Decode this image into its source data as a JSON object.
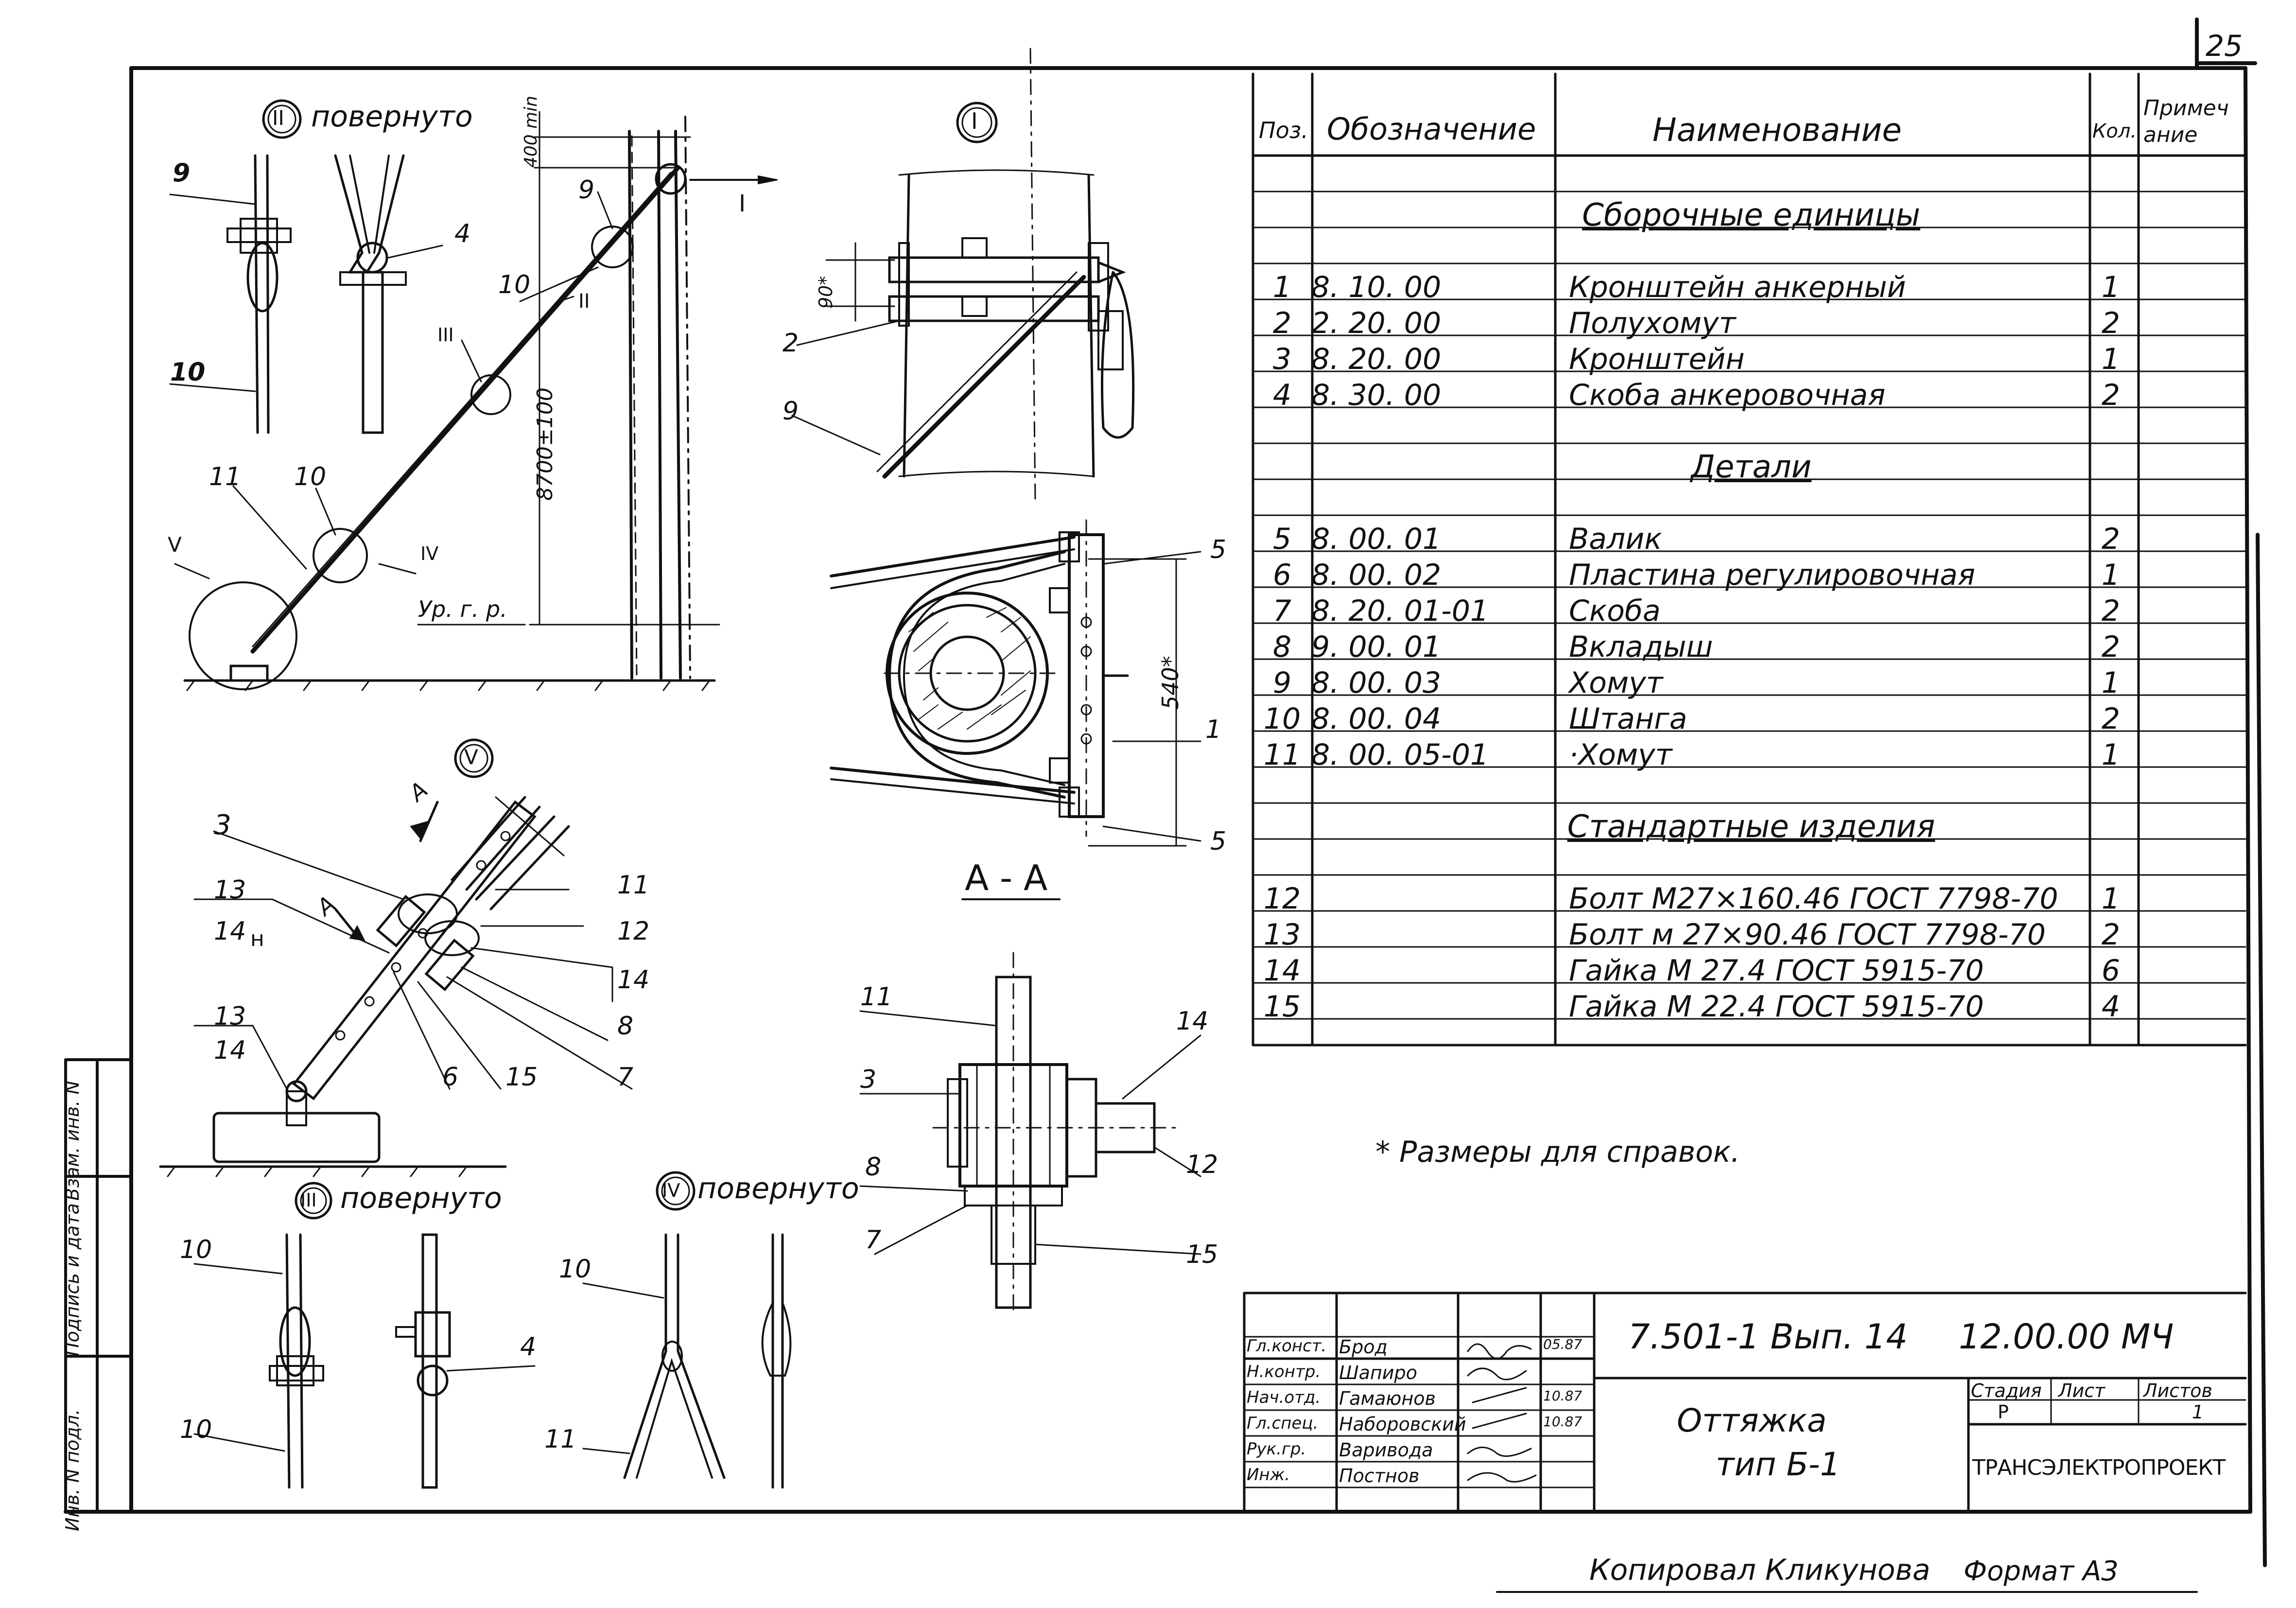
{
  "sheet": {
    "page_number": "25",
    "note": "* Размеры для справок.",
    "copied_by": "Копировал Кликунова",
    "format": "Формат А3"
  },
  "left_stamp": {
    "inv_no": "Инв. N подл.",
    "sign_date": "Подпись и дата",
    "replace_inv": "Взам. инв. N"
  },
  "views": {
    "view_I": "I",
    "view_II": "II",
    "view_III": "III",
    "view_IV": "IV",
    "view_V": "V",
    "rotated_II": "повернуто",
    "rotated_III": "повернуто",
    "rotated_IV": "повернуто",
    "section_AA": "А - А",
    "section_arrow": "А",
    "ground_level": "Ур. г. р.",
    "dim_400": "400 min",
    "dim_8700": "8700±100",
    "dim_90": "90*",
    "dim_540": "540*",
    "h_label": "н"
  },
  "callouts": {
    "c1": "1",
    "c2": "2",
    "c3": "3",
    "c4": "4",
    "c5": "5",
    "c6": "6",
    "c7": "7",
    "c8": "8",
    "c9": "9",
    "c10": "10",
    "c11": "11",
    "c12": "12",
    "c13": "13",
    "c14": "14",
    "c15": "15"
  },
  "spec": {
    "headers": {
      "pos": "Поз.",
      "designation": "Обозначение",
      "name": "Наименование",
      "qty": "Кол.",
      "note": "Примечание"
    },
    "section_assembly": "Сборочные единицы",
    "section_details": "Детали",
    "section_standard": "Стандартные изделия",
    "assembly": [
      {
        "pos": "1",
        "designation": "8. 10. 00",
        "name": "Кронштейн анкерный",
        "qty": "1"
      },
      {
        "pos": "2",
        "designation": "2. 20. 00",
        "name": "Полухомут",
        "qty": "2"
      },
      {
        "pos": "3",
        "designation": "8. 20. 00",
        "name": "Кронштейн",
        "qty": "1"
      },
      {
        "pos": "4",
        "designation": "8. 30. 00",
        "name": "Скоба анкеровочная",
        "qty": "2"
      }
    ],
    "details": [
      {
        "pos": "5",
        "designation": "8. 00. 01",
        "name": "Валик",
        "qty": "2"
      },
      {
        "pos": "6",
        "designation": "8. 00. 02",
        "name": "Пластина регулировочная",
        "qty": "1"
      },
      {
        "pos": "7",
        "designation": "8. 20. 01-01",
        "name": "Скоба",
        "qty": "2"
      },
      {
        "pos": "8",
        "designation": "9. 00. 01",
        "name": "Вкладыш",
        "qty": "2"
      },
      {
        "pos": "9",
        "designation": "8. 00. 03",
        "name": "Хомут",
        "qty": "1"
      },
      {
        "pos": "10",
        "designation": "8. 00. 04",
        "name": "Штанга",
        "qty": "2"
      },
      {
        "pos": "11",
        "designation": "8. 00. 05-01",
        "name": "·Хомут",
        "qty": "1"
      }
    ],
    "standard": [
      {
        "pos": "12",
        "designation": "",
        "name": "Болт М27×160.46 ГОСТ 7798-70",
        "qty": "1"
      },
      {
        "pos": "13",
        "designation": "",
        "name": "Болт м 27×90.46 ГОСТ 7798-70",
        "qty": "2"
      },
      {
        "pos": "14",
        "designation": "",
        "name": "Гайка М 27.4 ГОСТ 5915-70",
        "qty": "6"
      },
      {
        "pos": "15",
        "designation": "",
        "name": "Гайка М 22.4 ГОСТ 5915-70",
        "qty": "4"
      }
    ]
  },
  "title_block": {
    "doc_code": "7.501-1 Вып. 14",
    "doc_number": "12.00.00 МЧ",
    "title_line1": "Оттяжка",
    "title_line2": "тип Б-1",
    "stage_label": "Стадия",
    "sheet_label": "Лист",
    "sheets_label": "Листов",
    "stage_value": "Р",
    "sheet_value": "",
    "sheets_value": "1",
    "organization": "ТРАНСЭЛЕКТРОПРОЕКТ",
    "staff": [
      {
        "role": "Гл.конст.",
        "name": "Брод",
        "date": "05.87"
      },
      {
        "role": "Н.контр.",
        "name": "Шапиро",
        "date": ""
      },
      {
        "role": "Нач.отд.",
        "name": "Гамаюнов",
        "date": "10.87"
      },
      {
        "role": "Гл.спец.",
        "name": "Наборовский",
        "date": "10.87"
      },
      {
        "role": "Рук.гр.",
        "name": "Варивода",
        "date": ""
      },
      {
        "role": "Инж.",
        "name": "Постнов",
        "date": ""
      }
    ]
  }
}
